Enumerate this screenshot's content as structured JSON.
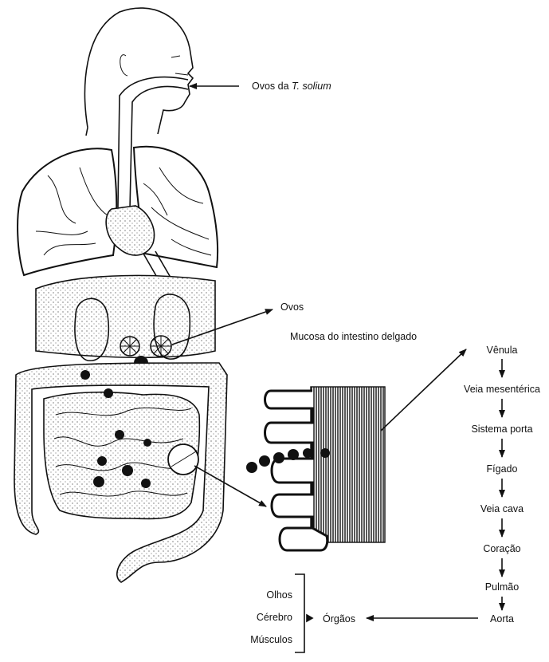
{
  "labels": {
    "eggs_intake": "Ovos da",
    "eggs_intake_species": "T. solium",
    "eggs": "Ovos",
    "mucosa": "Mucosa do intestino delgado",
    "organs": "Órgãos",
    "organ_list": [
      "Olhos",
      "Cérebro",
      "Músculos"
    ]
  },
  "pathway": [
    "Vênula",
    "Veia mesentérica",
    "Sistema porta",
    "Fígado",
    "Veia cava",
    "Coração",
    "Pulmão",
    "Aorta"
  ],
  "colors": {
    "ink": "#111111",
    "background": "#ffffff"
  }
}
